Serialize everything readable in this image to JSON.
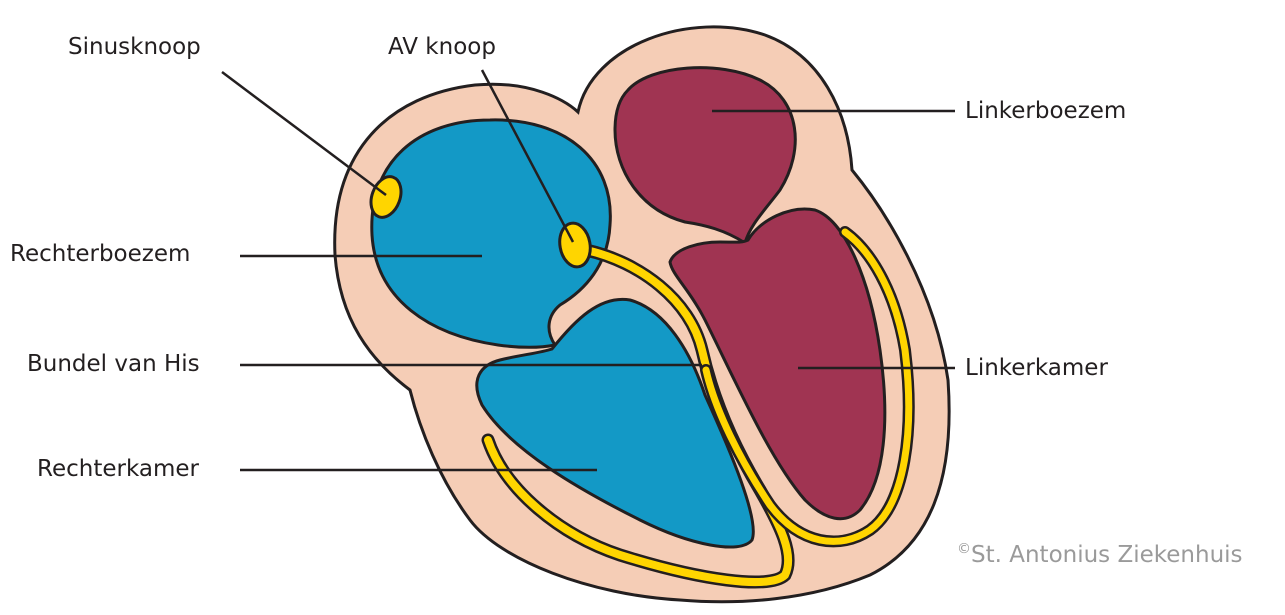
{
  "labels": {
    "sinusknoop": "Sinusknoop",
    "av_knoop": "AV knoop",
    "linkerboezem": "Linkerboezem",
    "rechterboezem": "Rechterboezem",
    "bundel_van_his": "Bundel van His",
    "linkerkamer": "Linkerkamer",
    "rechterkamer": "Rechterkamer"
  },
  "copyright": {
    "symbol": "©",
    "text": "St. Antonius Ziekenhuis"
  },
  "colors": {
    "outline": "#231f20",
    "heart_wall": "#f5cdb6",
    "right_side": "#1399c6",
    "left_side": "#a03452",
    "conduction": "#ffd500",
    "copyright_text": "#9a9a9a"
  }
}
